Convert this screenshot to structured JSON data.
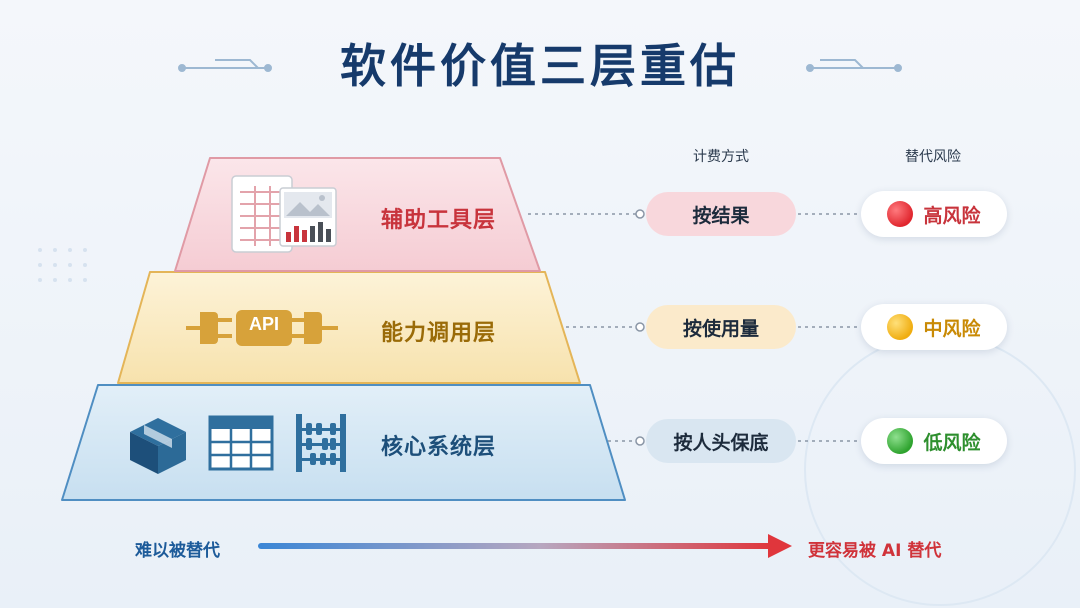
{
  "title": "软件价值三层重估",
  "columns": {
    "billing": "计费方式",
    "risk": "替代风险"
  },
  "layers": [
    {
      "label": "辅助工具层",
      "billing": "按结果",
      "risk": "高风险",
      "risk_color": "#e8343c",
      "accent": "#c8343c"
    },
    {
      "label": "能力调用层",
      "billing": "按使用量",
      "risk": "中风险",
      "risk_color": "#f2b51c",
      "accent": "#b8860b"
    },
    {
      "label": "核心系统层",
      "billing": "按人头保底",
      "risk": "低风险",
      "risk_color": "#3cae3c",
      "accent": "#1d4f7a"
    }
  ],
  "api_label": "API",
  "axis": {
    "left": "难以被替代",
    "right": "更容易被 AI 替代"
  },
  "colors": {
    "title": "#163a6b",
    "axis_start": "#3a86d6",
    "axis_end": "#e0363c"
  },
  "icons": [
    "spreadsheet-chart-icon",
    "plug-api-icon",
    "box-icon",
    "table-icon",
    "abacus-icon"
  ]
}
